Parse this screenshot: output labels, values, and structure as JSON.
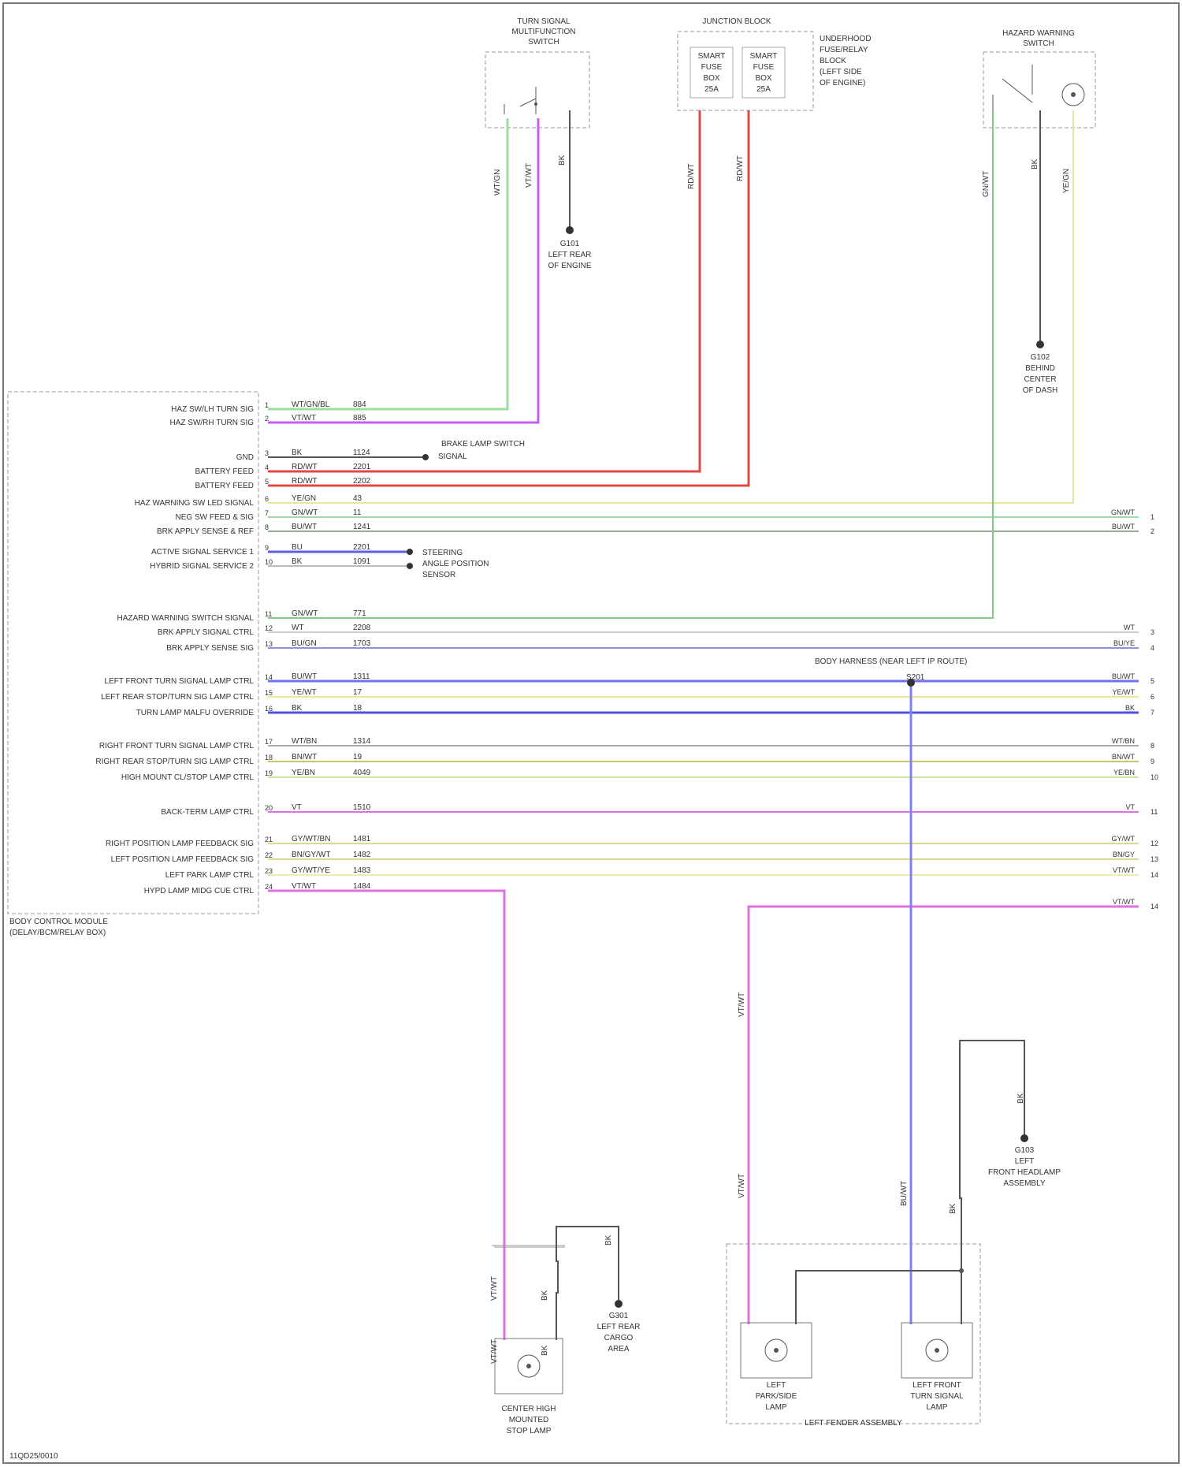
{
  "footer": {
    "code": "11QD25/0010"
  },
  "module": {
    "title_lines": [
      "BODY CONTROL MODULE",
      "(DELAY/BCM/RELAY BOX)"
    ]
  },
  "wires": [
    {
      "label": "HAZ SW/LH TURN SIG",
      "pin": "1",
      "color_code": "WT/GN/BL",
      "circuit": "884",
      "hex": "#9fdc9f",
      "row": 0
    },
    {
      "label": "HAZ SW/RH TURN SIG",
      "pin": "2",
      "color_code": "VT/WT",
      "circuit": "885",
      "hex": "#c060f0",
      "row": 1
    },
    {
      "label": "GND",
      "pin": "3",
      "color_code": "BK",
      "circuit": "1124",
      "hex": "#555555",
      "row": 2
    },
    {
      "label": "BATTERY FEED",
      "pin": "4",
      "color_code": "RD/WT",
      "circuit": "2201",
      "hex": "#e04848",
      "row": 3
    },
    {
      "label": "BATTERY FEED",
      "pin": "5",
      "color_code": "RD/WT",
      "circuit": "2202",
      "hex": "#e04848",
      "row": 4
    },
    {
      "label": "HAZ WARNING SW LED SIGNAL",
      "pin": "6",
      "color_code": "YE/GN",
      "circuit": "43",
      "hex": "#e8e89a",
      "row": 5
    },
    {
      "label": "NEG SW FEED & SIG",
      "pin": "7",
      "color_code": "GN/WT",
      "circuit": "11",
      "hex": "#9fdc9f",
      "row": 6
    },
    {
      "label": "BRK APPLY SENSE & REF",
      "pin": "8",
      "color_code": "BU/WT",
      "circuit": "1241",
      "hex": "#9aaa9a",
      "row": 7
    },
    {
      "label": "ACTIVE SIGNAL SERVICE 1",
      "pin": "9",
      "color_code": "BU",
      "circuit": "2201",
      "hex": "#6060e0",
      "row": 8
    },
    {
      "label": "HYBRID SIGNAL SERVICE 2",
      "pin": "10",
      "color_code": "BK",
      "circuit": "1091",
      "hex": "#bbbbbb",
      "row": 9
    },
    {
      "label": "HAZARD WARNING SWITCH SIGNAL",
      "pin": "11",
      "color_code": "GN/WT",
      "circuit": "771",
      "hex": "#80cc80",
      "row": 10
    },
    {
      "label": "BRK APPLY SIGNAL CTRL",
      "pin": "12",
      "color_code": "WT",
      "circuit": "2208",
      "hex": "#cccccc",
      "row": 11
    },
    {
      "label": "BRK APPLY SENSE SIG",
      "pin": "13",
      "color_code": "BU/GN",
      "circuit": "1703",
      "hex": "#9090e0",
      "row": 12
    },
    {
      "label": "LEFT FRONT TURN SIGNAL LAMP CTRL",
      "pin": "14",
      "color_code": "BU/WT",
      "circuit": "1311",
      "hex": "#7070f0",
      "row": 13
    },
    {
      "label": "LEFT REAR STOP/TURN SIG LAMP CTRL",
      "pin": "15",
      "color_code": "YE/WT",
      "circuit": "17",
      "hex": "#e8e89a",
      "row": 14
    },
    {
      "label": "TURN LAMP MALFU OVERRIDE",
      "pin": "16",
      "color_code": "BK",
      "circuit": "18",
      "hex": "#5050e0",
      "row": 15
    },
    {
      "label": "RIGHT FRONT TURN SIGNAL LAMP CTRL",
      "pin": "17",
      "color_code": "WT/BN",
      "circuit": "1314",
      "hex": "#aaaaaa",
      "row": 16
    },
    {
      "label": "RIGHT REAR STOP/TURN SIG LAMP CTRL",
      "pin": "18",
      "color_code": "BN/WT",
      "circuit": "19",
      "hex": "#c8c870",
      "row": 17
    },
    {
      "label": "HIGH MOUNT CL/STOP LAMP CTRL",
      "pin": "19",
      "color_code": "YE/BN",
      "circuit": "4049",
      "hex": "#c8e6a0",
      "row": 18
    },
    {
      "label": "BACK-TERM LAMP CTRL",
      "pin": "20",
      "color_code": "VT",
      "circuit": "1510",
      "hex": "#e070e0",
      "row": 19
    },
    {
      "label": "RIGHT POSITION LAMP FEEDBACK SIG",
      "pin": "21",
      "color_code": "GY/WT/BN",
      "circuit": "1481",
      "hex": "#e0d890",
      "row": 20
    },
    {
      "label": "LEFT POSITION LAMP FEEDBACK SIG",
      "pin": "22",
      "color_code": "BN/GY/WT",
      "circuit": "1482",
      "hex": "#e0d890",
      "row": 21
    },
    {
      "label": "LEFT PARK LAMP CTRL",
      "pin": "23",
      "color_code": "GY/WT/YE",
      "circuit": "1483",
      "hex": "#eeeeb0",
      "row": 22
    },
    {
      "label": "HYPD LAMP MIDG CUE CTRL",
      "pin": "24",
      "color_code": "VT/WT",
      "circuit": "1484",
      "hex": "#e070e0",
      "row": 23
    }
  ],
  "right_pins": [
    "1",
    "2",
    "3",
    "4",
    "5",
    "6",
    "7",
    "8",
    "9",
    "10",
    "11",
    "12",
    "13",
    "14"
  ],
  "right_codes": [
    "GN/WT",
    "BU/WT",
    "WT",
    "BU/YE",
    "BU/WT",
    "YE/WT",
    "BK",
    "WT/BN",
    "BN/WT",
    "YE/BN",
    "VT",
    "GY/WT",
    "BN/GY",
    "VT/WT"
  ],
  "components": {
    "turn_signal_sw": {
      "title": [
        "TURN SIGNAL",
        "MULTIFUNCTION",
        "SWITCH"
      ],
      "wires": [
        "WT/GN",
        "VT/WT",
        "BK"
      ],
      "ground": [
        "G101",
        "LEFT REAR",
        "OF ENGINE"
      ]
    },
    "junction_fuse": {
      "title": "JUNCTION BLOCK",
      "fuses": [
        [
          "SMART",
          "FUSE",
          "BOX",
          "25A"
        ],
        [
          "SMART",
          "FUSE",
          "BOX",
          "25A"
        ]
      ],
      "note": [
        "UNDERHOOD",
        "FUSE/RELAY",
        "BLOCK",
        "(LEFT SIDE",
        "OF ENGINE)"
      ],
      "wires": [
        "RD/WT",
        "RD/WT"
      ]
    },
    "hazard_sw": {
      "title": [
        "HAZARD WARNING",
        "SWITCH"
      ],
      "wires": [
        "GN/WT",
        "BK",
        "YE/GN"
      ],
      "ground": [
        "G102",
        "BEHIND",
        "CENTER",
        "OF DASH"
      ]
    },
    "stoplamp_note": {
      "lines": [
        "BRAKE LAMP SWITCH",
        "SIGNAL"
      ]
    },
    "sensor_note": {
      "lines": [
        "STEERING",
        "ANGLE POSITION",
        "SENSOR"
      ]
    },
    "splice_note": "BODY HARNESS (NEAR LEFT IP ROUTE)",
    "splice_id": "S201",
    "chmsl": {
      "title": [
        "CENTER HIGH",
        "MOUNTED",
        "STOP LAMP"
      ],
      "ground": [
        "G301",
        "LEFT REAR",
        "CARGO",
        "AREA"
      ],
      "wires": [
        "VT/WT",
        "BK",
        "VT/WT",
        "BK"
      ]
    },
    "left_fender": {
      "title": "LEFT FENDER ASSEMBLY",
      "lamps": [
        [
          "LEFT",
          "PARK/SIDE",
          "LAMP"
        ],
        [
          "LEFT FRONT",
          "TURN SIGNAL",
          "LAMP"
        ]
      ],
      "ground": [
        "G103",
        "LEFT",
        "FRONT HEADLAMP",
        "ASSEMBLY"
      ],
      "wires": [
        "VT/WT",
        "BU/WT",
        "BK",
        "BK"
      ]
    }
  }
}
